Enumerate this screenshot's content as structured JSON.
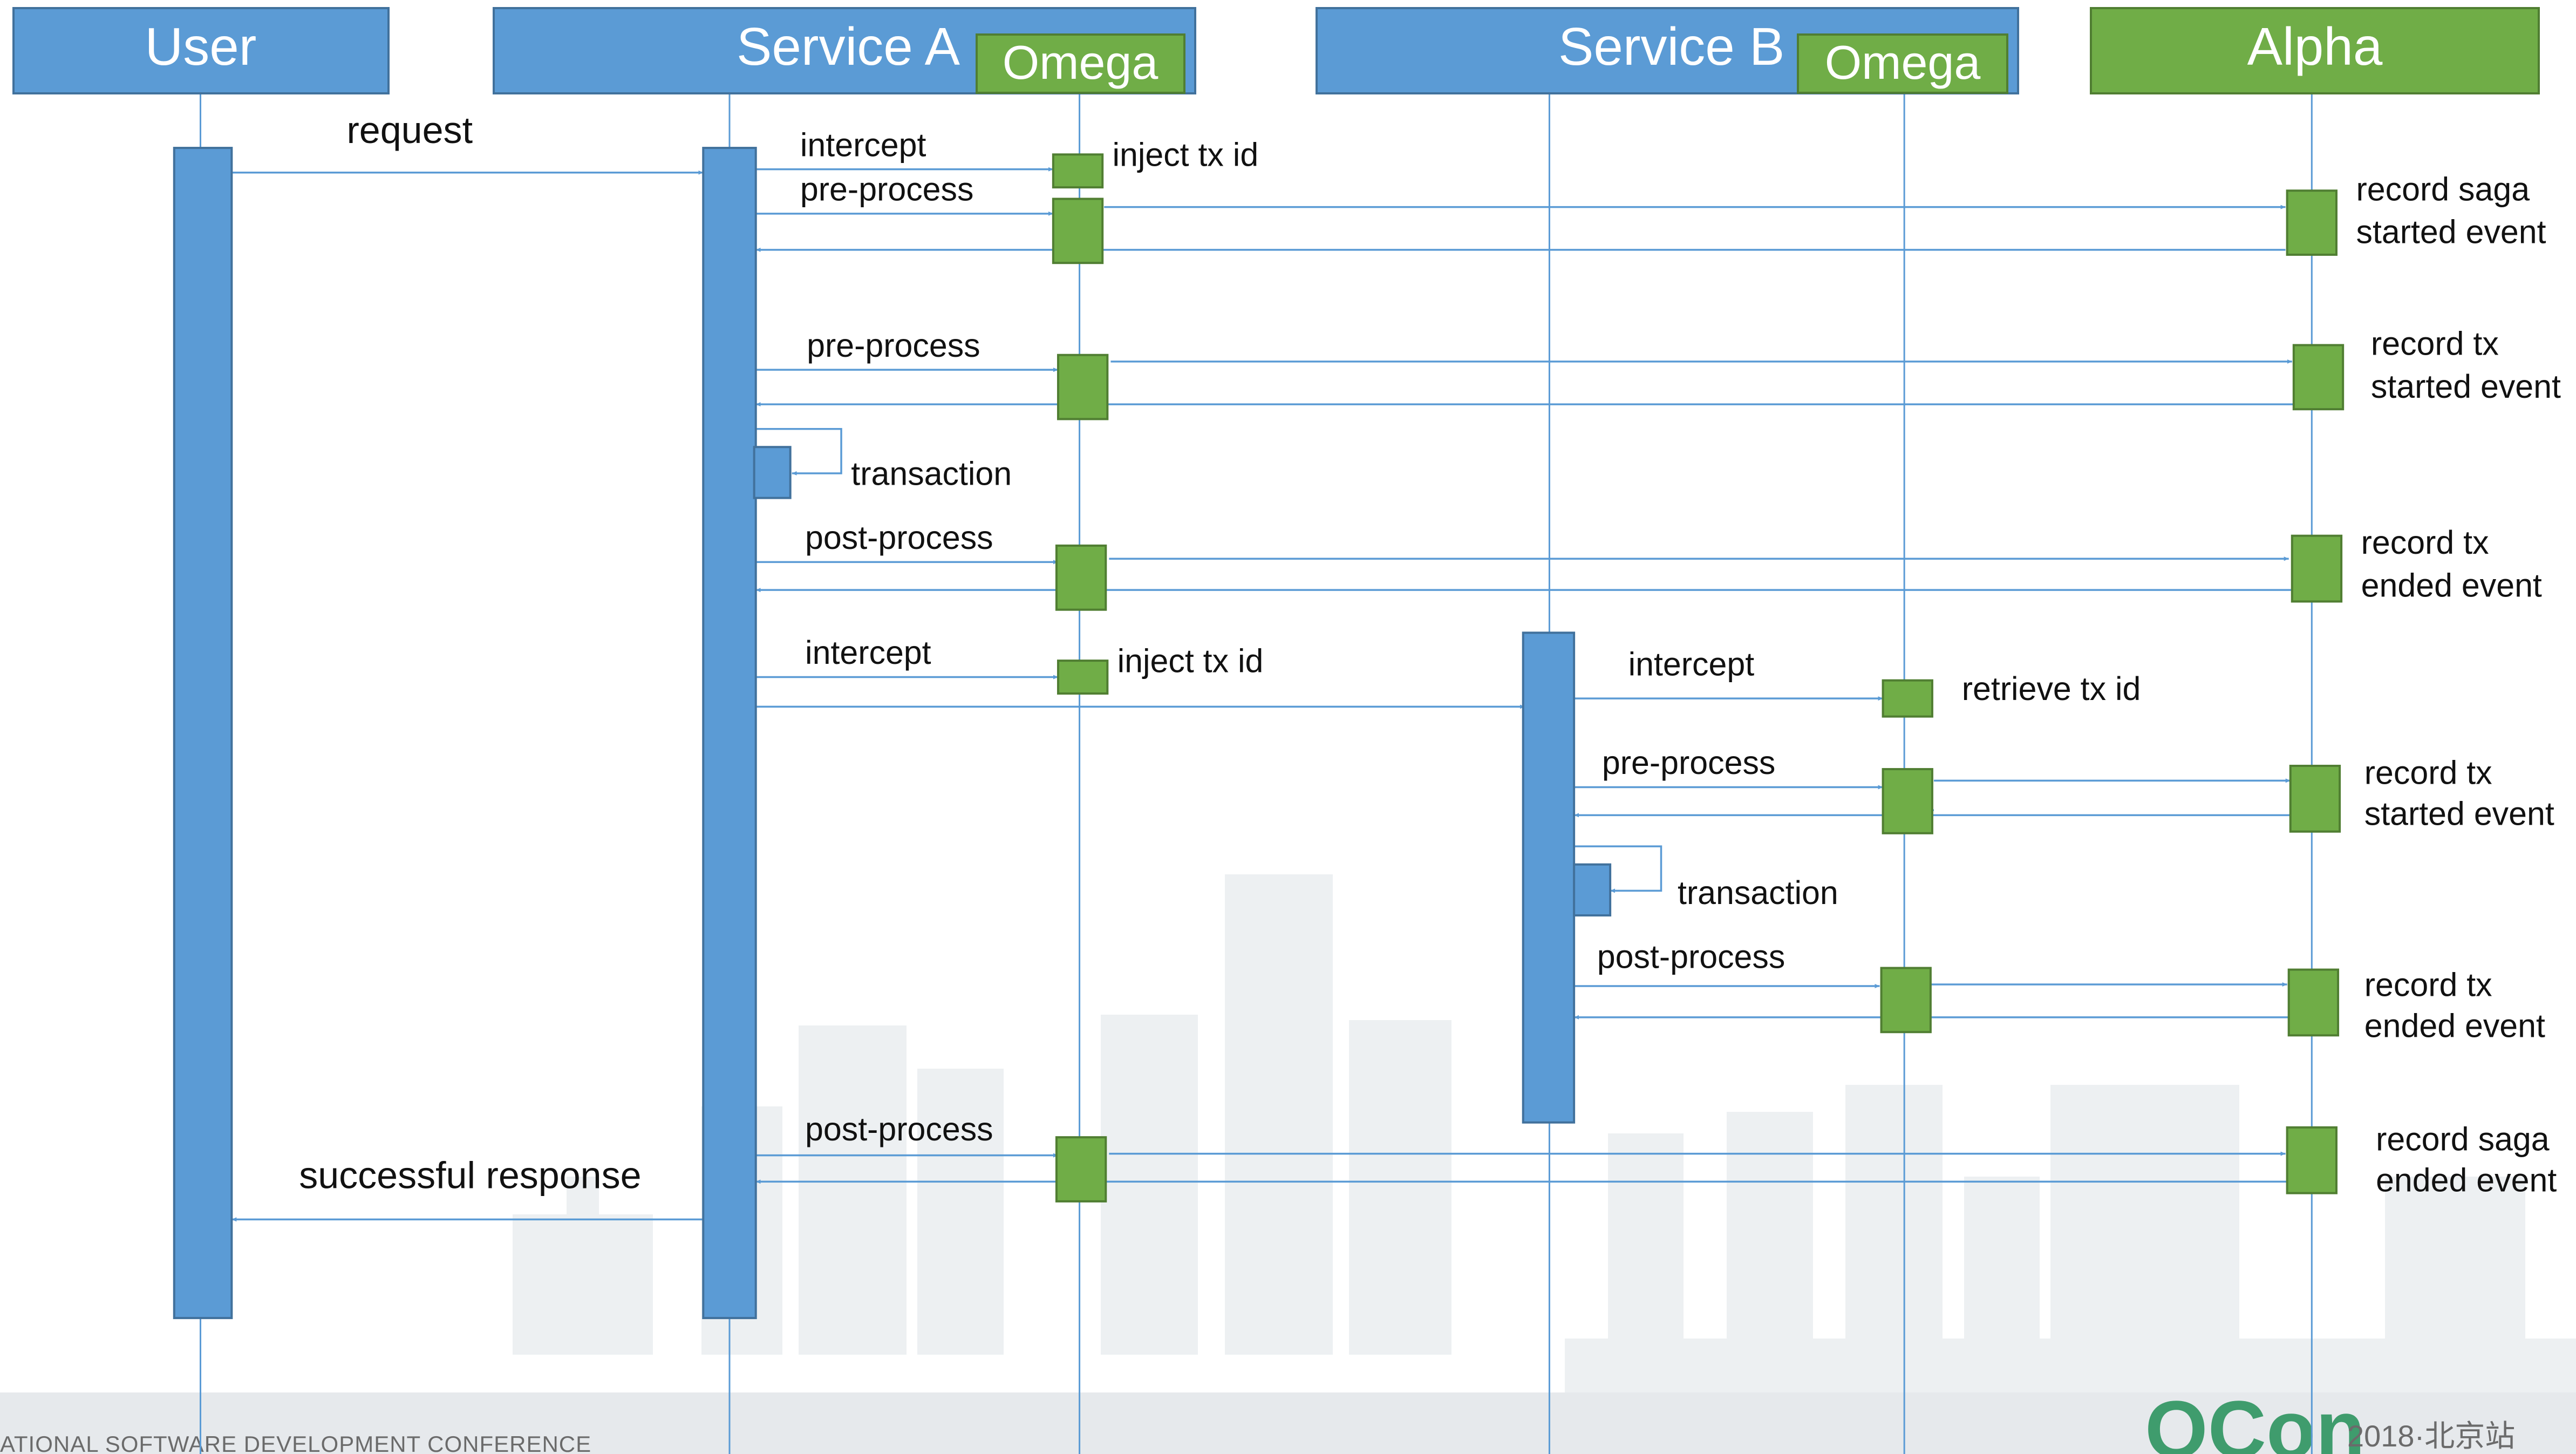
{
  "participants": {
    "user": "User",
    "service_a": "Service A",
    "service_b": "Service B",
    "omega_a": "Omega",
    "omega_b": "Omega",
    "alpha": "Alpha"
  },
  "labels": {
    "request": "request",
    "intercept_a1": "intercept",
    "preprocess_saga": "pre-process",
    "inject_tx_id_1": "inject tx id",
    "record_saga_started_1": "record saga",
    "record_saga_started_2": "started event",
    "preprocess_a": "pre-process",
    "record_tx_started_a1": "record tx",
    "record_tx_started_a2": "started event",
    "transaction_a": "transaction",
    "postprocess_a": "post-process",
    "record_tx_ended_a1": "record tx",
    "record_tx_ended_a2": "ended event",
    "intercept_a2": "intercept",
    "inject_tx_id_2": "inject tx id",
    "intercept_b": "intercept",
    "retrieve_tx_id": "retrieve tx id",
    "preprocess_b": "pre-process",
    "record_tx_started_b1": "record tx",
    "record_tx_started_b2": "started event",
    "transaction_b": "transaction",
    "postprocess_b": "post-process",
    "record_tx_ended_b1": "record tx",
    "record_tx_ended_b2": "ended event",
    "postprocess_saga": "post-process",
    "successful_response": "successful response",
    "record_saga_ended_1": "record saga",
    "record_saga_ended_2": "ended event"
  },
  "footer": {
    "conference": "ATIONAL SOFTWARE DEVELOPMENT CONFERENCE",
    "logo": "QCon",
    "edition": "2018·北京站"
  },
  "colors": {
    "service_blue": "#5b9bd5",
    "component_green": "#70ad47",
    "line_blue": "#5b9bd5",
    "text": "#111111",
    "footer_bar": "#e6e9ec",
    "logo_green": "#3f9c6d",
    "skyline": "#edf0f2"
  }
}
